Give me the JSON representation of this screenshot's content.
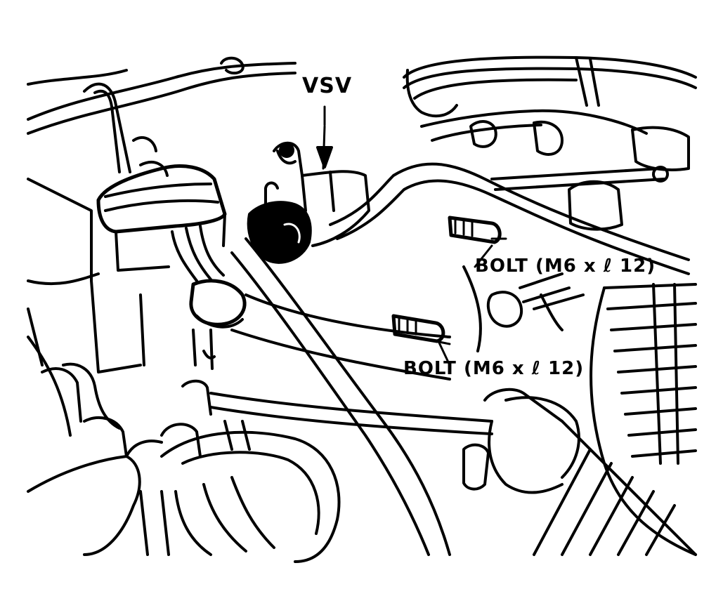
{
  "labels": {
    "vsv": "VSV",
    "bolt_upper": "BOLT (M6 x ℓ 12)",
    "bolt_lower": "BOLT (M6 x ℓ 12)"
  },
  "colors": {
    "ink": "#000000",
    "paper": "#ffffff"
  }
}
